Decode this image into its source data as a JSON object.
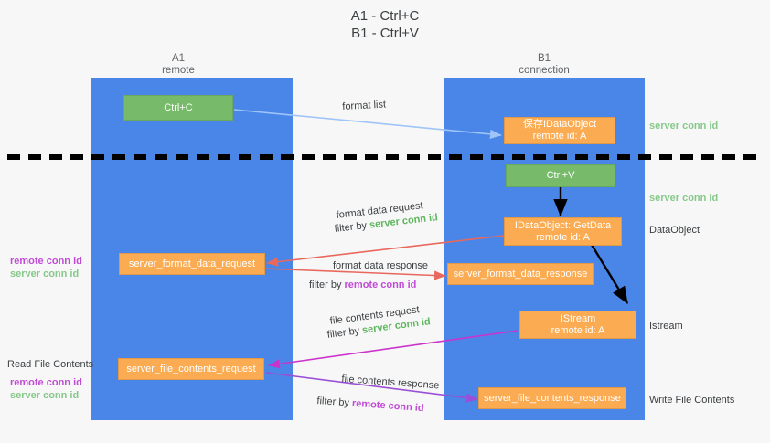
{
  "title": {
    "line1": "A1 - Ctrl+C",
    "line2": "B1 - Ctrl+V"
  },
  "lanes": [
    {
      "id": "a1",
      "name": "A1",
      "sub": "remote"
    },
    {
      "id": "b1",
      "name": "B1",
      "sub": "connection"
    }
  ],
  "nodes": {
    "ctrl_c": {
      "l1": "Ctrl+C",
      "l2": ""
    },
    "save_dataobject": {
      "l1": "保存IDataObject",
      "l2": "remote id: A"
    },
    "ctrl_v": {
      "l1": "Ctrl+V",
      "l2": ""
    },
    "getdata": {
      "l1": "IDataObject::GetData",
      "l2": "remote id: A"
    },
    "server_format_data_request": {
      "l1": "server_format_data_request",
      "l2": ""
    },
    "server_format_data_response": {
      "l1": "server_format_data_response",
      "l2": ""
    },
    "istream": {
      "l1": "IStream",
      "l2": "remote id: A"
    },
    "server_file_contents_request": {
      "l1": "server_file_contents_request",
      "l2": ""
    },
    "server_file_contents_response": {
      "l1": "server_file_contents_response",
      "l2": ""
    }
  },
  "edges": {
    "format_list": "format list",
    "format_data_request": "format data request",
    "format_data_request_filter_prefix": "filter by ",
    "format_data_request_filter_key": "server conn id",
    "format_data_response": "format data response",
    "format_data_response_filter_prefix": "filter by ",
    "format_data_response_filter_key": "remote conn id",
    "file_contents_request": "file contents request",
    "file_contents_request_filter_prefix": "filter by ",
    "file_contents_request_filter_key": "server conn id",
    "file_contents_response": "file contents response",
    "file_contents_response_filter_prefix": "filter by ",
    "file_contents_response_filter_key": "remote conn id"
  },
  "right_labels": {
    "server_conn_id_top": "server conn id",
    "server_conn_id_mid": "server conn id",
    "dataobject": "DataObject",
    "istream": "Istream",
    "write_file_contents": "Write File Contents"
  },
  "left_labels": {
    "format_remote": "remote conn id",
    "format_server": "server conn id",
    "read_file_contents": "Read File Contents",
    "file_remote": "remote conn id",
    "file_server": "server conn id"
  },
  "colors": {
    "lane": "#4a86e8",
    "green_node": "#77bb6a",
    "orange_node": "#fbab51",
    "green_text": "#5fb65f",
    "magenta_text": "#c24bd6",
    "blue_arrow": "#9fc5f8",
    "red_arrow": "#e8685d",
    "magenta_arrow": "#cc33cc",
    "purple_arrow": "#9a4fd6",
    "black": "#000000",
    "background": "#f7f7f7"
  }
}
